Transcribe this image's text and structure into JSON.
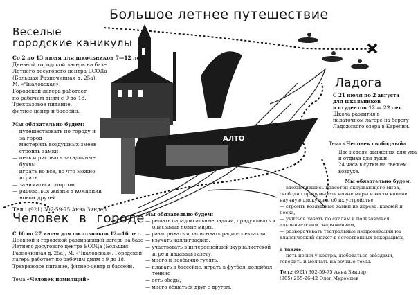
{
  "title": "Большое летнее путешествие",
  "camp1": {
    "heading_line1": "Веселые",
    "heading_line2": "городские каникулы",
    "dates": "Со 2 по 13 июня для школьников 7—12 лет.",
    "desc": [
      "Дневной городской лагерь на базе",
      "Летнего досугового центра ЕСОДа",
      "(Большая Разночинная д. 25а),",
      "М. «Чкаловская».",
      "Городской лагерь работает",
      "по рабочим дням с 9 до 18.",
      "Трехразовое питание,",
      "фитнес-центр и бассейн."
    ],
    "list_title": "Мы обязательно будем:",
    "list": [
      "— путешествовать по городу и за город",
      "— мастерить воздушных змеев",
      "— строить замки",
      "— петь и рисовать загадочные буквы",
      "— играть во все, во что можно играть",
      "— заниматься спортом",
      "— радоваться жизни в компании новых друзей"
    ],
    "tel_label": "Тел.:",
    "tel": "(921) 302-59-75 Анна Зиндер"
  },
  "camp2": {
    "heading": "Человек в городе",
    "dates": "С 16 по 27 июня для школьников 12—16 лет.",
    "desc": [
      "Дневной и городской развивающий лагерь на базе",
      "Летнего досугового центра ЕСОДа (Большая",
      "Разночинная д. 25а), М. «Чкаловская». Городской",
      "лагерь работает по рабочим дням с 9 до 18.",
      "Трехразовое питание, фитнес-центр и бассейн."
    ],
    "theme_label": "Тема",
    "theme": "«Человек помнящий»",
    "list_title": "Мы обязательно будем:",
    "list": [
      "— решать парадоксальные задачи, придумывать и описывать новые миры,",
      "— разыгрывать и записывать радио-спектакли,",
      "— изучать каллиграфию,",
      "— участвовать в интереснейшей журналистской игре и издавать газету,",
      "— много и необычно гулять,",
      "— плавать в бассейне, играть в футбол, волейбол, теннис",
      "— есть обеды,",
      "— много общаться друг с другом."
    ]
  },
  "camp3": {
    "heading": "Ладога",
    "dates": [
      "С 21 июля по 2 августа",
      "для школьников",
      "и студентов 12 — 22 лет."
    ],
    "desc": [
      "Школа развития в",
      "палаточном лагере на берегу",
      "Ладожского озера в Карелии."
    ],
    "theme_label": "Тема",
    "theme": "«Человек свободный»",
    "extra": [
      "Две недели движения для ума",
      "и отдыха для души.",
      "24 часа в сутки на свежем",
      "воздухе."
    ],
    "list_title": "Мы обязательно будем:",
    "list": [
      "— вдохновившись красотой окружающего мира, свободно придумывать новые миры и вести вполне научную дискуссию об их устройстве,",
      "— строить воздушные замки из дерева, камней и песка,",
      "— учиться лазать по скалам и пользоваться альпинистским снаряжением,",
      "— разворачивать театральные импровизации на классический сюжет в естественных декорациях,"
    ],
    "also_title": "а также:",
    "also": "— петь песни у костра, любоваться звёздами, говорить и молчать на вечные темы.",
    "tel_label": "Тел.:",
    "tel1": "(921) 302-59-75  Анна Зиндер",
    "tel2": "(905) 255-26-42  Олег Муромцев"
  },
  "illustration": {
    "ship_label": "АЛТО"
  },
  "colors": {
    "ink": "#111111",
    "paper": "#ffffff"
  }
}
